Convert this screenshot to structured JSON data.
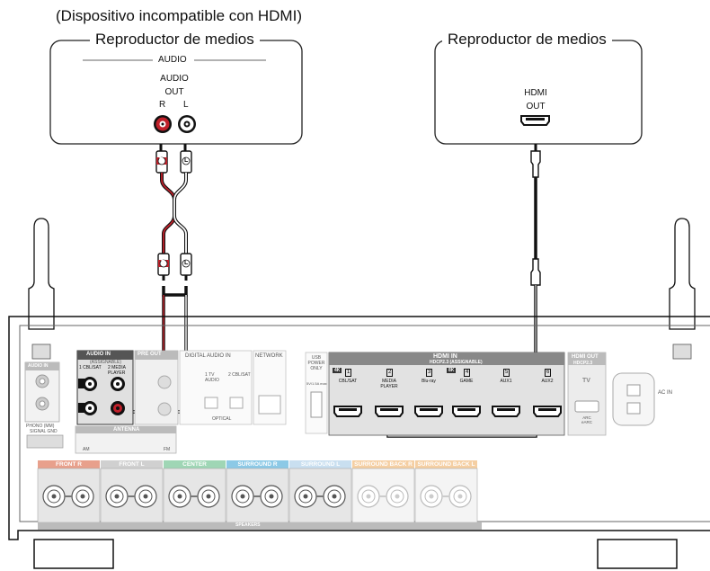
{
  "top_note": "(Dispositivo incompatible con HDMI)",
  "left_device": {
    "title": "Reproductor de medios",
    "section_label": "AUDIO",
    "out_line1": "AUDIO",
    "out_line2": "OUT",
    "ch_r": "R",
    "ch_l": "L"
  },
  "right_device": {
    "title": "Reproductor de medios",
    "out_line1": "HDMI",
    "out_line2": "OUT"
  },
  "receiver": {
    "audio_in_header": "AUDIO",
    "audio_in_tag": "IN",
    "assignable": "(ASSIGNABLE)",
    "audio_in_ch1": "1 CBL/SAT",
    "audio_in_ch2": "2 MEDIA PLAYER",
    "pre_out": "PRE OUT",
    "digital_audio": "DIGITAL AUDIO",
    "digital_in_tag": "IN",
    "tv_audio": "1 TV AUDIO",
    "cbl_sat_digital": "2 CBL/SAT",
    "optical": "OPTICAL",
    "network": "NETWORK",
    "usb": "USB POWER ONLY",
    "usb_rating": "5V/1.5A max",
    "hdmi_header": "HDMI",
    "hdmi_in_tag": "IN",
    "hdcp": "HDCP2.3",
    "hdmi_assignable": "(ASSIGNABLE)",
    "hdmi_inputs": [
      {
        "num": "1",
        "name": "CBL/SAT"
      },
      {
        "num": "2",
        "name": "MEDIA PLAYER"
      },
      {
        "num": "3",
        "name": "Blu-ray"
      },
      {
        "num": "4",
        "name": "GAME"
      },
      {
        "num": "5",
        "name": "AUX1"
      },
      {
        "num": "6",
        "name": "AUX2"
      }
    ],
    "hdmi_out": "HDMI OUT",
    "hdmi_out_hdcp": "HDCP2.3",
    "tv": "TV",
    "arc": "ARC eARC",
    "ac_in": "AC IN",
    "phono_audio": "AUDIO",
    "phono_in_tag": "IN",
    "phono": "PHONO (MM)",
    "signal_gnd": "SIGNAL GND",
    "antenna": "ANTENNA",
    "am": "AM",
    "fm": "FM",
    "speaker_groups": [
      {
        "label": "FRONT",
        "side": "R",
        "color": "#e8a08c"
      },
      {
        "label": "FRONT",
        "side": "L",
        "color": "#d0d0d0"
      },
      {
        "label": "CENTER",
        "side": "",
        "color": "#9fd6b5"
      },
      {
        "label": "SURROUND",
        "side": "R",
        "color": "#8cc9e6"
      },
      {
        "label": "SURROUND",
        "side": "L",
        "color": "#c9dff0"
      },
      {
        "label": "SURROUND BACK",
        "side": "R",
        "color": "#f2c38c"
      },
      {
        "label": "SURROUND BACK",
        "side": "L",
        "color": "#f2c38c"
      }
    ],
    "speakers": "SPEAKERS",
    "k4": "4K",
    "k8": "8K"
  },
  "plug_r": "R",
  "plug_l": "L"
}
